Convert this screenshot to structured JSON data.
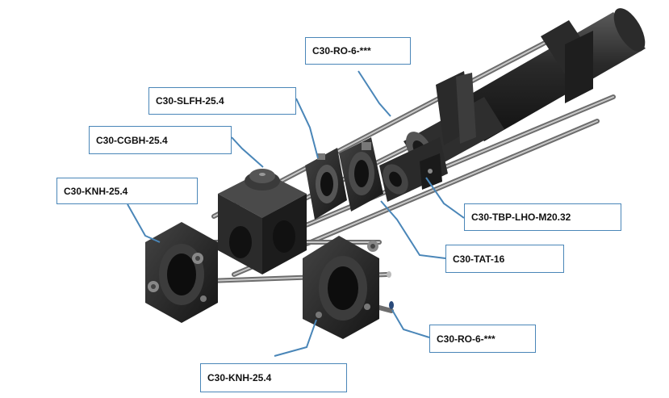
{
  "callouts": [
    {
      "id": "ro-top",
      "label": "C30-RO-6-***"
    },
    {
      "id": "slfh",
      "label": "C30-SLFH-25.4"
    },
    {
      "id": "cgbh",
      "label": "C30-CGBH-25.4"
    },
    {
      "id": "knh-left",
      "label": "C30-KNH-25.4"
    },
    {
      "id": "tbp",
      "label": "C30-TBP-LHO-M20.32"
    },
    {
      "id": "tat",
      "label": "C30-TAT-16"
    },
    {
      "id": "ro-bottom",
      "label": "C30-RO-6-***"
    },
    {
      "id": "knh-bottom",
      "label": "C30-KNH-25.4"
    }
  ],
  "colors": {
    "leader": "#4a86b8",
    "part_dark": "#1c1c1c",
    "part_mid": "#3a3a3a",
    "rod": "#9a9a9a"
  }
}
